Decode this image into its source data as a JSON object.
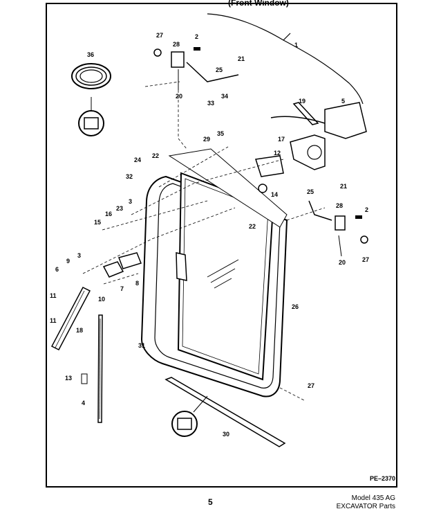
{
  "header": {
    "partial_title": "(Front Window)"
  },
  "figure_ref": "PE–2370",
  "page_number": "5",
  "footer": {
    "line1": "Model 435 AG",
    "line2": "EXCAVATOR Parts"
  },
  "callouts": {
    "c1": "1",
    "c2a": "2",
    "c2b": "2",
    "c3a": "3",
    "c3b": "3",
    "c4": "4",
    "c5": "5",
    "c6": "6",
    "c7": "7",
    "c8": "8",
    "c9": "9",
    "c10": "10",
    "c11a": "11",
    "c11b": "11",
    "c12": "12",
    "c13": "13",
    "c14": "14",
    "c15": "15",
    "c16": "16",
    "c17": "17",
    "c18": "18",
    "c19": "19",
    "c20a": "20",
    "c20b": "20",
    "c21a": "21",
    "c21b": "21",
    "c22a": "22",
    "c22b": "22",
    "c23": "23",
    "c24": "24",
    "c25a": "25",
    "c25b": "25",
    "c26": "26",
    "c27a": "27",
    "c27b": "27",
    "c27c": "27",
    "c28a": "28",
    "c28b": "28",
    "c29": "29",
    "c30": "30",
    "c31": "31",
    "c32": "32",
    "c33": "33",
    "c34": "34",
    "c35": "35",
    "c36": "36"
  }
}
